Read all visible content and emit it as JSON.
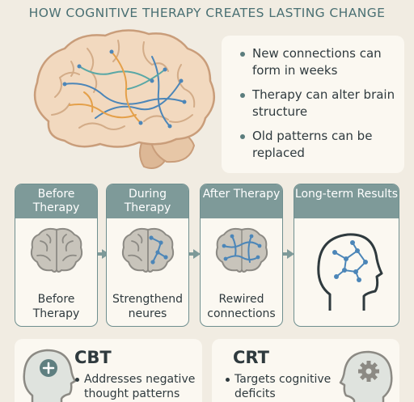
{
  "title": "HOW COGNITIVE THERAPY CREATES LASTING CHANGE",
  "facts": [
    "New connections can form in weeks",
    "Therapy can alter brain structure",
    "Old patterns can be replaced"
  ],
  "stages": [
    {
      "header": "Before Therapy",
      "caption": "Before Therapy"
    },
    {
      "header": "During Therapy",
      "caption": "Strengthend neures"
    },
    {
      "header": "After Therapy",
      "caption": "Rewired connections"
    },
    {
      "header": "Long-term Results",
      "caption": ""
    }
  ],
  "cards": [
    {
      "title": "CBT",
      "text": "Addresses negative thought patterns"
    },
    {
      "title": "CRT",
      "text": "Targets cognitive deficits"
    }
  ],
  "colors": {
    "background": "#f1ece2",
    "accent": "#4a7073",
    "header": "#7e9a99",
    "brain": "#f2d9bf",
    "pathway_blue": "#4c86b8",
    "pathway_orange": "#e4a04a",
    "pathway_teal": "#5aa8a6"
  },
  "icons": [
    "brain-icon",
    "head-network-icon",
    "plus-icon",
    "gear-icon"
  ]
}
